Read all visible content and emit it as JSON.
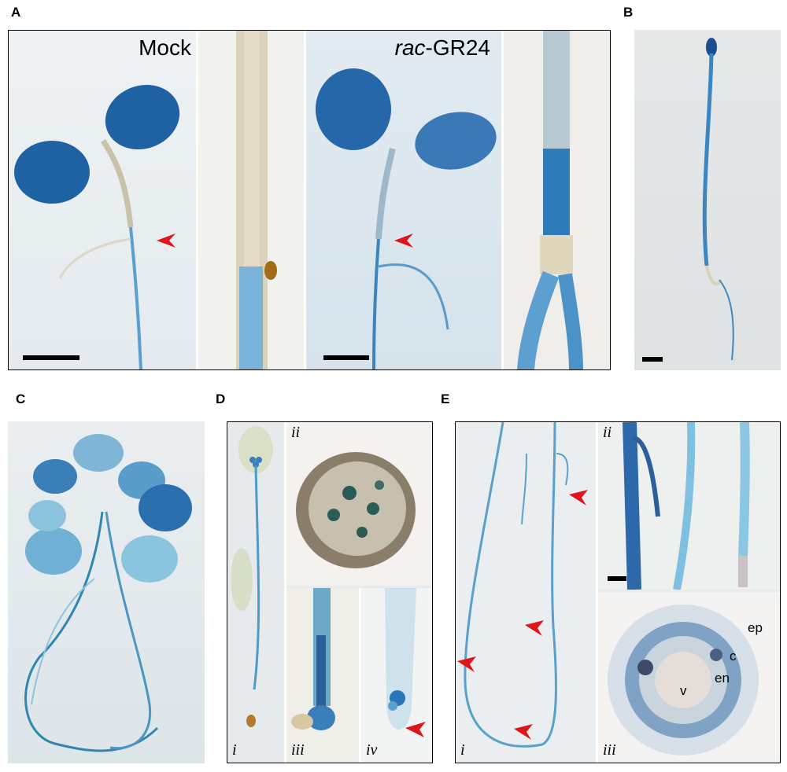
{
  "panels": {
    "A": {
      "letter": "A",
      "mock_label": "Mock",
      "gr24_label_italic": "rac",
      "gr24_label_rest": "-GR24"
    },
    "B": {
      "letter": "B"
    },
    "C": {
      "letter": "C"
    },
    "D": {
      "letter": "D",
      "sub_i": "i",
      "sub_ii": "ii",
      "sub_iii": "iii",
      "sub_iv": "iv"
    },
    "E": {
      "letter": "E",
      "sub_i": "i",
      "sub_ii": "ii",
      "sub_iii": "iii",
      "labels": {
        "ep": "ep",
        "c": "c",
        "en": "en",
        "v": "v"
      }
    }
  },
  "colors": {
    "stain_blue": "#1a5fa8",
    "light_blue": "#5aa9d6",
    "arrow_red": "#e0141c",
    "background": "#e6ecef"
  }
}
